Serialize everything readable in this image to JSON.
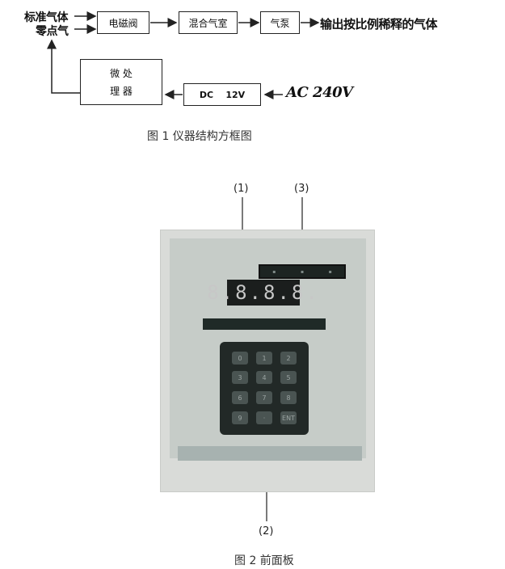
{
  "fig1": {
    "input_standard_gas": "标准气体",
    "input_zero_gas": "零点气",
    "box_solenoid_valve": "电磁阀",
    "box_mixing_chamber": "混合气室",
    "box_air_pump": "气泵",
    "output_text": "输出按比例稀释的气体",
    "box_microprocessor_line1": "微  处",
    "box_microprocessor_line2": "理  器",
    "box_dc": "DC    12V",
    "power_input": "AC 240V",
    "caption": "图 1    仪器结构方框图"
  },
  "fig2": {
    "callout_1": "(1)",
    "callout_2": "(2)",
    "callout_3": "(3)",
    "display_digits": "8.8.8.8.",
    "caption": "图 2  前面板",
    "keypad": {
      "keys": [
        "0",
        "1",
        "2",
        "3",
        "4",
        "5",
        "6",
        "7",
        "8",
        "9",
        "·",
        "ENT"
      ]
    }
  }
}
